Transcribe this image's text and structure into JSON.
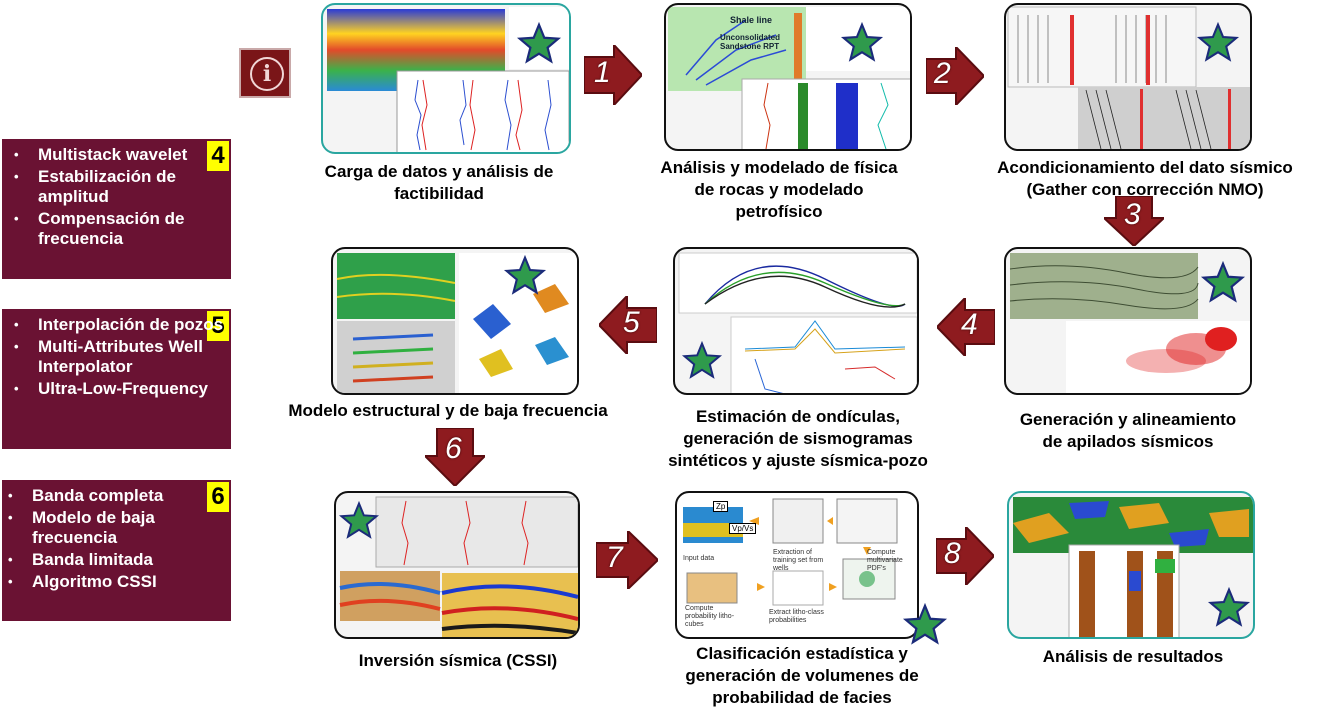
{
  "side_boxes": [
    {
      "number": "4",
      "items": [
        "Multistack wavelet",
        "Estabilización de amplitud",
        "Compensación de frecuencia"
      ]
    },
    {
      "number": "5",
      "items": [
        "Interpolación de pozos",
        "Multi-Attributes Well Interpolator",
        "Ultra-Low-Frequency"
      ]
    },
    {
      "number": "6",
      "items": [
        "Banda completa",
        "Modelo de baja frecuencia",
        "Banda limitada",
        "Algoritmo CSSI"
      ]
    }
  ],
  "info_glyph": "i",
  "steps": [
    {
      "arrow": "1",
      "caption": [
        "Carga de datos y análisis de",
        "factibilidad"
      ]
    },
    {
      "arrow": "2",
      "caption": [
        "Análisis  y modelado de física",
        "de rocas y modelado",
        "petrofísico"
      ]
    },
    {
      "arrow": "3",
      "caption": [
        "Acondicionamiento  del dato sísmico",
        "(Gather con corrección NMO)"
      ]
    },
    {
      "arrow": "4",
      "caption": [
        "Generación y alineamiento",
        "de apilados sísmicos"
      ]
    },
    {
      "arrow": "5",
      "caption": [
        "Estimación de ondículas,",
        "generación de sismogramas",
        "sintéticos y ajuste sísmica-pozo"
      ]
    },
    {
      "arrow": "6",
      "caption": [
        "Modelo estructural y de baja frecuencia"
      ]
    },
    {
      "arrow": "7",
      "caption": [
        "Inversión sísmica (CSSI)"
      ]
    },
    {
      "arrow": "8",
      "caption": [
        "Clasificación estadística y",
        "generación de volumenes de",
        "probabilidad de facies"
      ]
    },
    {
      "arrow": "",
      "caption": [
        "Análisis de resultados"
      ]
    }
  ],
  "panel_labels": {
    "rock_physics": [
      "Shale line",
      "Unconsolidated Sandstone RPT"
    ],
    "facies": [
      "Input data",
      "Extraction of training set from wells",
      "Compute multivariate PDF's",
      "Compute probability litho-cubes",
      "Extract litho-class probabilities",
      "Zp",
      "Vp/Vs"
    ]
  },
  "colors": {
    "maroon": "#6a1233",
    "arrow": "#8e1b1f",
    "star": "#2f9a4c",
    "star_outline": "#1b2b7a",
    "teal": "#2aa6a0",
    "badge": "#ffff00"
  }
}
